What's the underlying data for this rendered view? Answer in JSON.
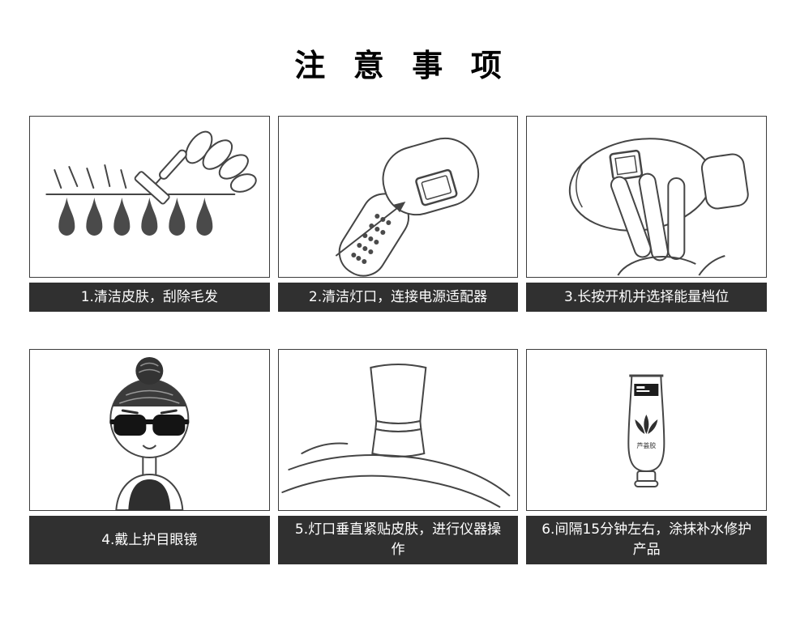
{
  "page": {
    "title": "注 意 事 项"
  },
  "colors": {
    "caption_bg": "#303030",
    "caption_text": "#ffffff",
    "panel_border": "#3c3c3c",
    "line_art": "#454545",
    "fill_dark": "#3b3b3b"
  },
  "steps": [
    {
      "caption": "1.清洁皮肤，刮除毛发",
      "illustration": "razor-shaving"
    },
    {
      "caption": "2.清洁灯口，连接电源适配器",
      "illustration": "clean-lamp-connect-adapter"
    },
    {
      "caption": "3.长按开机并选择能量档位",
      "illustration": "long-press-power-select-level"
    },
    {
      "caption": "4.戴上护目眼镜",
      "illustration": "wear-protective-goggles"
    },
    {
      "caption": "5.灯口垂直紧贴皮肤，进行仪器操作",
      "illustration": "lamp-perpendicular-to-skin"
    },
    {
      "caption": "6.间隔15分钟左右，涂抹补水修护产品",
      "illustration": "apply-repair-product",
      "product_label": "芦荟胶"
    }
  ]
}
